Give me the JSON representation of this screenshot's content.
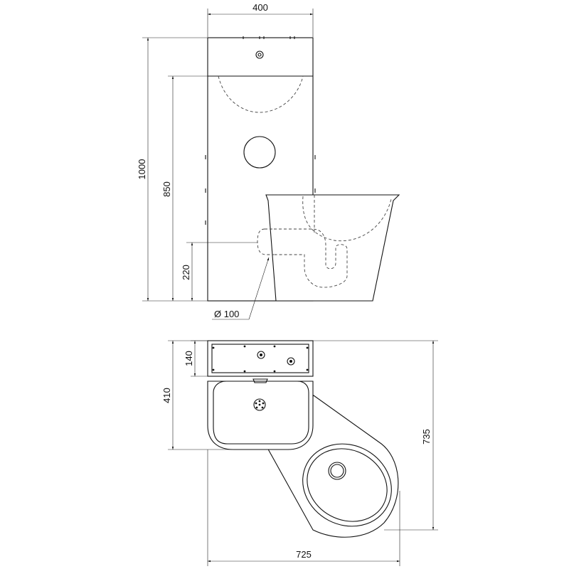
{
  "elevation": {
    "width_label": "400",
    "height_total_label": "1000",
    "height_basin_label": "850",
    "pipe_height_label": "220",
    "pipe_diameter_label": "Ø 100"
  },
  "plan": {
    "cabinet_depth_label": "140",
    "basin_depth_label": "410",
    "total_depth_label": "735",
    "total_width_label": "725"
  },
  "colors": {
    "line": "#111111",
    "background": "#ffffff"
  }
}
